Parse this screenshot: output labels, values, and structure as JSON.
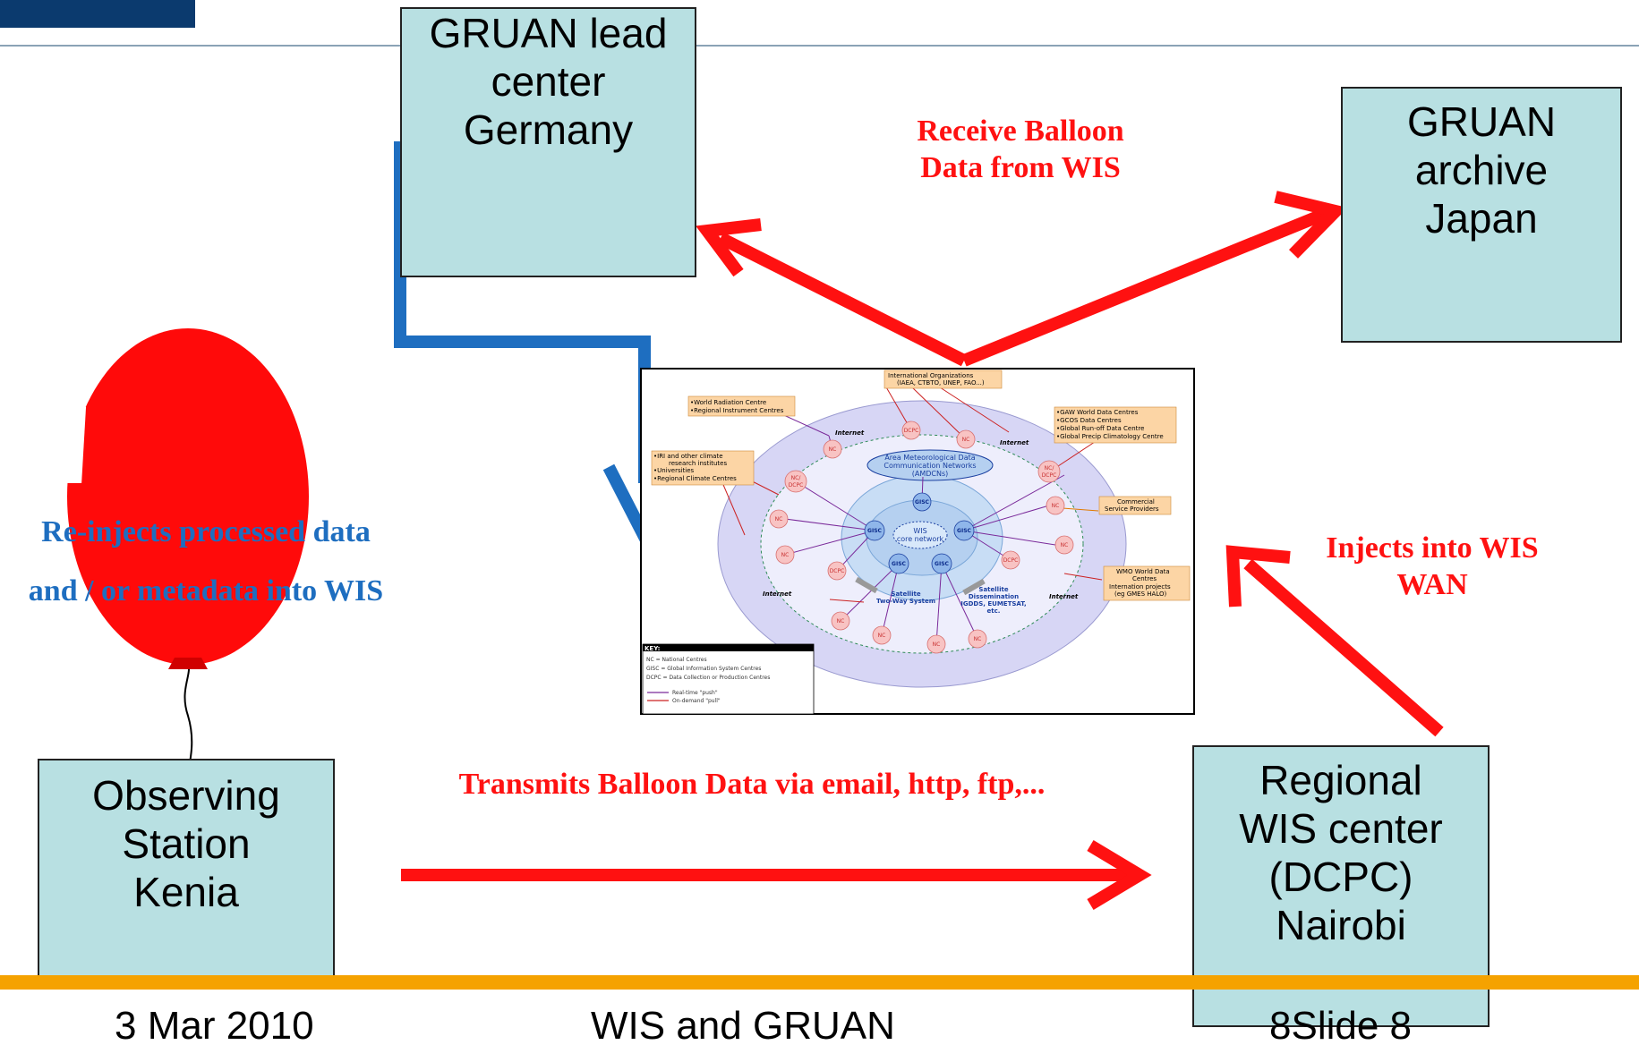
{
  "boxes": {
    "lead_center": "GRUAN lead\ncenter\nGermany",
    "archive": "GRUAN\narchive\nJapan",
    "observing": "Observing\nStation\nKenia",
    "regional": "Regional\nWIS center\n(DCPC)\nNairobi"
  },
  "labels": {
    "receive": "Receive Balloon\nData from WIS",
    "injects": "Injects into WIS\nWAN",
    "transmits": "Transmits Balloon Data via email, http, ftp,...",
    "reinjects_line1": "Re-injects processed data",
    "reinjects_line2": "and / or metadata into WIS"
  },
  "footer": {
    "date": "3  Mar 2010",
    "title": "WIS and GRUAN",
    "slide": "8Slide 8"
  },
  "wis_diagram": {
    "intl_orgs": "International Organizations",
    "intl_orgs_list": "(IAEA, CTBTO, UNEP, FAO...)",
    "radiation_1": "•World Radiation Centre",
    "radiation_2": "•Regional Instrument Centres",
    "iri_1": "•IRI and other climate",
    "iri_2": "research institutes",
    "iri_3": "•Universities",
    "iri_4": "•Regional Climate Centres",
    "gaw_1": "•GAW World Data Centres",
    "gaw_2": "•GCOS Data Centres",
    "gaw_3": "•Global Run-off Data Centre",
    "gaw_4": "•Global Precip Climatology Centre",
    "commercial_1": "Commercial",
    "commercial_2": "Service Providers",
    "wmo_1": "WMO World Data",
    "wmo_2": "Centres",
    "wmo_3": "Internation projects",
    "wmo_4": "(eg GMES HALO)",
    "amdcn_1": "Area Meteorological Data",
    "amdcn_2": "Communication Networks",
    "amdcn_3": "(AMDCNs)",
    "core_1": "WIS",
    "core_2": "core network",
    "internet": "Internet",
    "sat_two_way_1": "Satellite",
    "sat_two_way_2": "Two-Way System",
    "sat_diss_1": "Satellite",
    "sat_diss_2": "Dissemination",
    "sat_diss_3": "IGDDS, EUMETSAT,",
    "sat_diss_4": "etc.",
    "nc": "NC",
    "dcpc": "DCPC",
    "nc_dcpc": "NC/\nDCPC",
    "gisc": "GISC",
    "key_title": "KEY:",
    "key_nc": "NC     =  National Centres",
    "key_gisc": "GISC  =  Global Information System Centres",
    "key_dcpc": "DCPC = Data Collection or Production Centres",
    "key_push": "Real-time \"push\"",
    "key_pull": "On-demand \"pull\""
  },
  "colors": {
    "box_fill": "#b8e0e2",
    "arrow_red": "#ff1111",
    "arrow_blue": "#1e6ec0",
    "balloon": "#ff0a0a",
    "footer_bar": "#f5a200",
    "header_bar": "#0b3a6e"
  }
}
